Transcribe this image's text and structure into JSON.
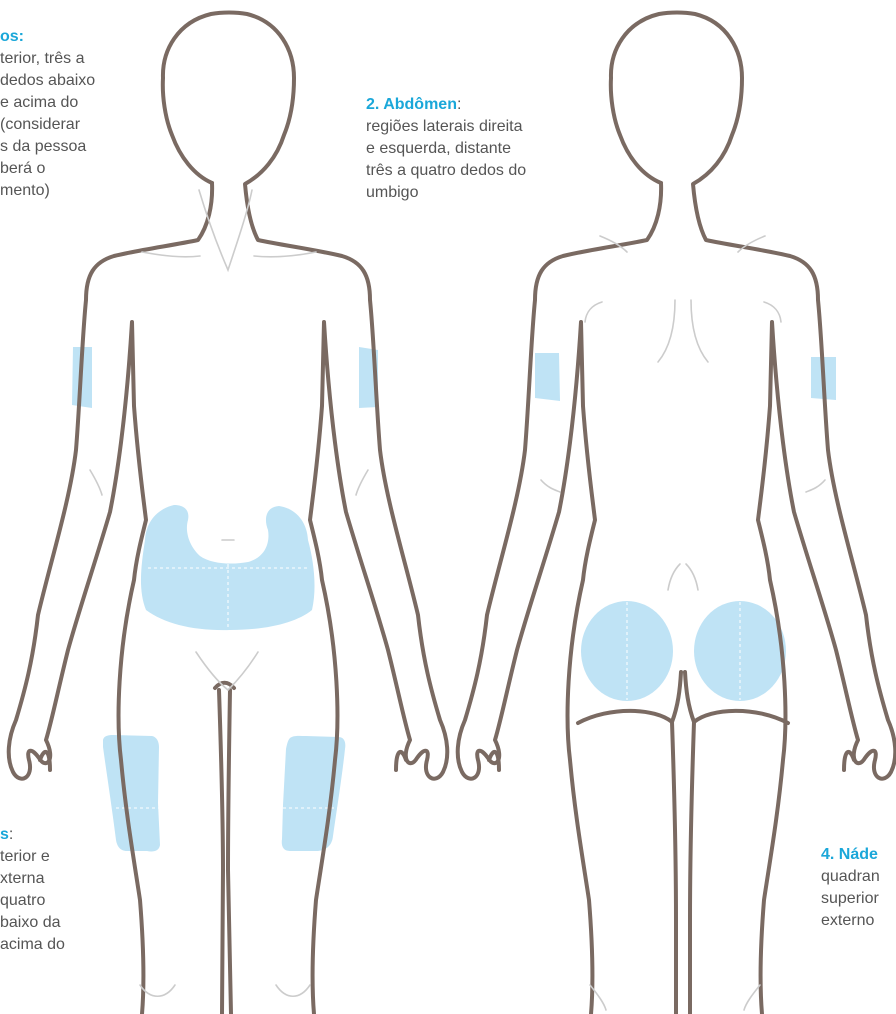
{
  "colors": {
    "heading": "#1aa7d9",
    "text": "#555555",
    "outline": "#7a6a62",
    "zone_fill": "#bfe3f5",
    "inner_line": "#cccccc"
  },
  "captions": {
    "arms": {
      "heading": "os:",
      "separator": "",
      "lines": "terior, três a\ndedos abaixo\ne acima do\n(considerar\ns da pessoa\nberá o\nmento)"
    },
    "abdomen": {
      "heading": "2. Abdômen",
      "separator": ":",
      "lines": "regiões laterais direita\ne esquerda, distante\ntrês a quatro dedos do\numbigo"
    },
    "thighs": {
      "heading": "s",
      "separator": ":",
      "lines": "terior e\nxterna\nquatro\nbaixo da\nacima do"
    },
    "buttocks": {
      "heading": "4. Náde",
      "separator": "",
      "lines": "quadran\nsuperior\nexterno"
    }
  },
  "icons": [
    "front-body-outline",
    "back-body-outline"
  ]
}
